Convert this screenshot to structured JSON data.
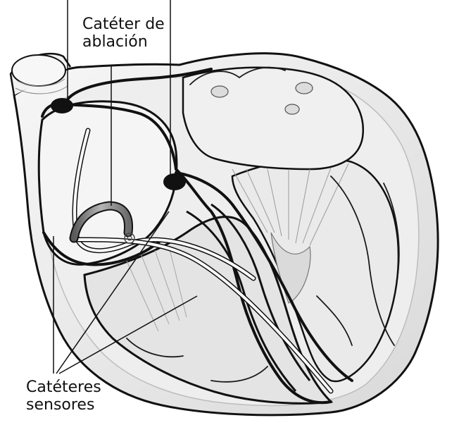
{
  "labels": {
    "ablation_catheter": [
      "Catéter de",
      "ablación"
    ],
    "sensor_catheters": [
      "Catéteres",
      "sensores"
    ]
  },
  "colors": {
    "outline": "#111111",
    "heart_fill": "#e9e9e9",
    "chamber_fill": "#f4f4f4",
    "shadow": "#cfcfcf",
    "catheter": "#ffffff",
    "ablation_tip": "#8c8c8c"
  }
}
